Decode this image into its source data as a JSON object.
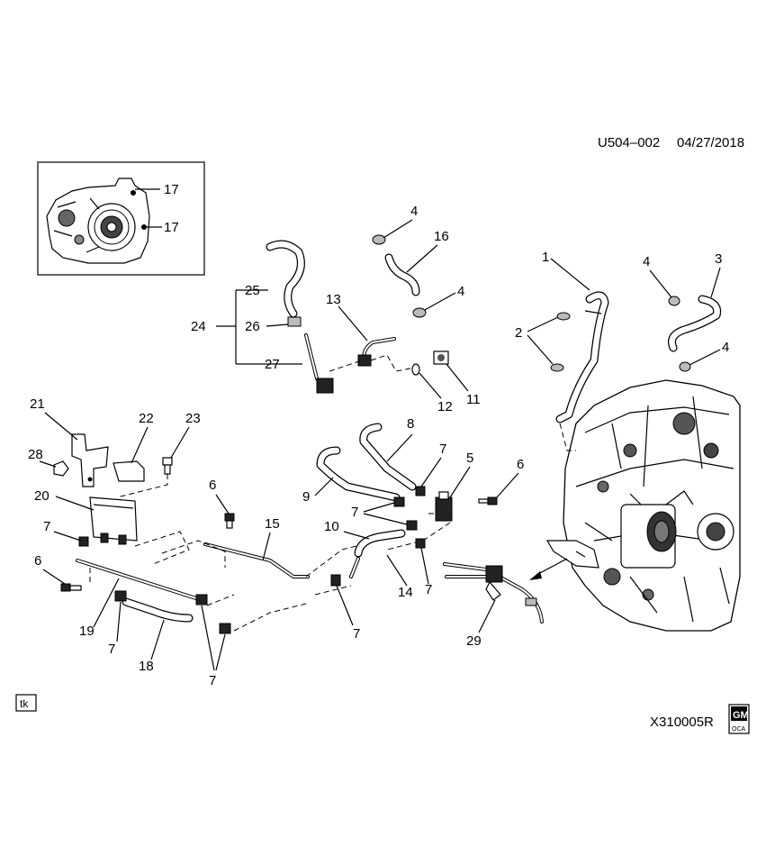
{
  "header": {
    "code": "U504–002",
    "date": "04/27/2018"
  },
  "footer": {
    "illustration_id": "X310005R",
    "tag": "tk",
    "logo_top": "GM",
    "logo_bottom": "OCA"
  },
  "callouts": {
    "c1": "1",
    "c2": "2",
    "c3": "3",
    "c4a": "4",
    "c4b": "4",
    "c4c": "4",
    "c4d": "4",
    "c5": "5",
    "c6a": "6",
    "c6b": "6",
    "c6c": "6",
    "c7a": "7",
    "c7b": "7",
    "c7c": "7",
    "c7d": "7",
    "c7e": "7",
    "c7f": "7",
    "c7g": "7",
    "c8": "8",
    "c9": "9",
    "c10": "10",
    "c11": "11",
    "c12": "12",
    "c13": "13",
    "c14": "14",
    "c15": "15",
    "c16": "16",
    "c17a": "17",
    "c17b": "17",
    "c18": "18",
    "c19": "19",
    "c20": "20",
    "c21": "21",
    "c22": "22",
    "c23": "23",
    "c24": "24",
    "c25": "25",
    "c26": "26",
    "c27": "27",
    "c28": "28",
    "c29": "29"
  }
}
